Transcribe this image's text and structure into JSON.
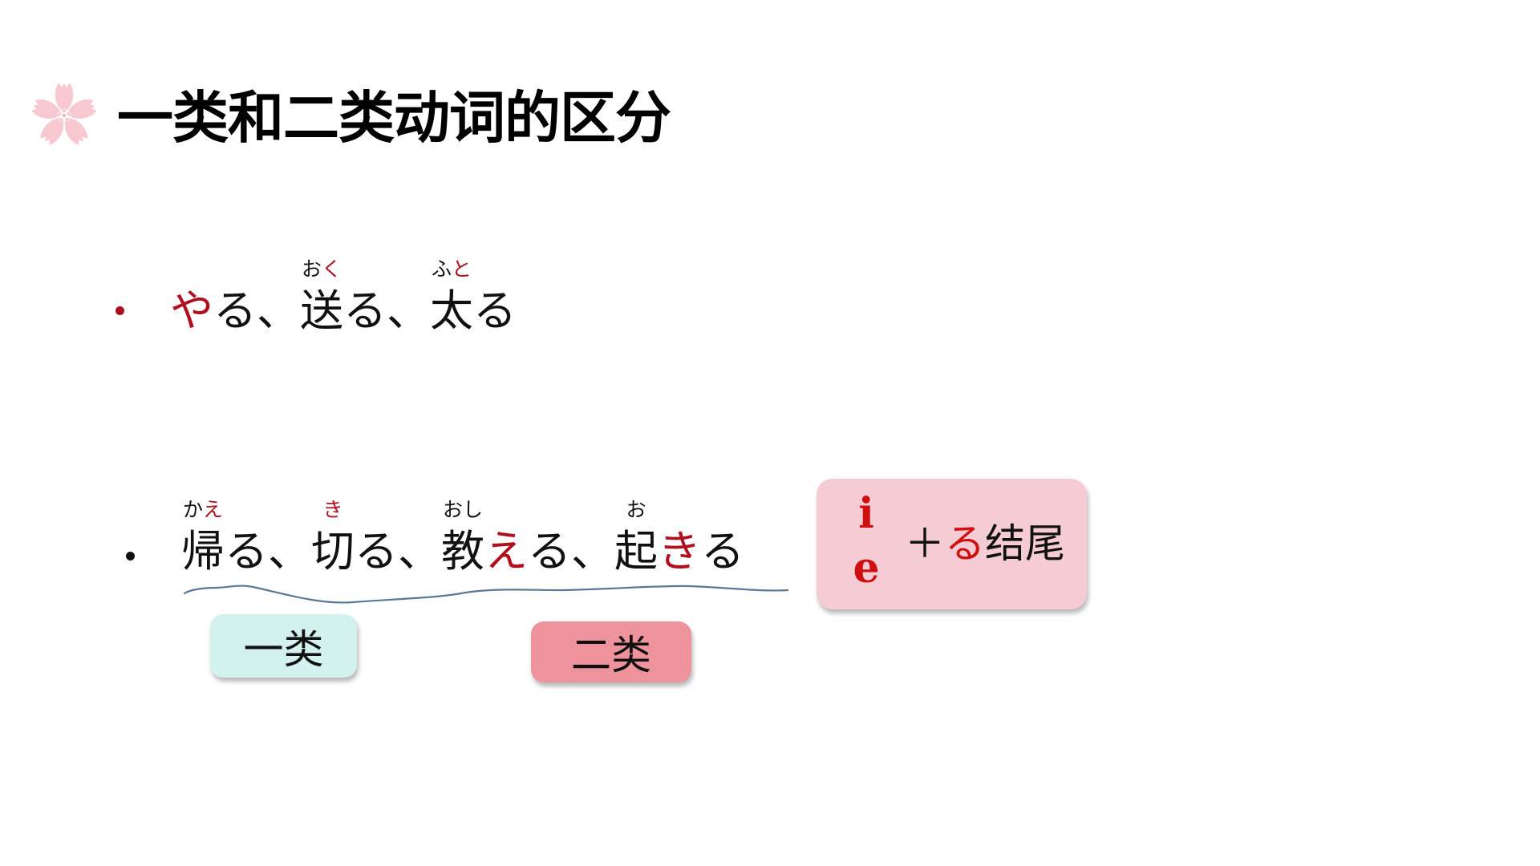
{
  "slide": {
    "title": "一类和二类动词的区分",
    "title_icon": "sakura-flower-icon"
  },
  "bullets": [
    {
      "bullet_color": "#b0101e",
      "items": [
        {
          "parts": [
            {
              "text": "や",
              "red": true
            },
            {
              "text": "る、"
            }
          ]
        },
        {
          "parts": [
            {
              "text": "送",
              "ruby": [
                {
                  "text": "お"
                },
                {
                  "text": "く",
                  "red": true
                }
              ]
            },
            {
              "text": "る、"
            }
          ]
        },
        {
          "parts": [
            {
              "text": "太",
              "ruby": [
                {
                  "text": "ふ"
                },
                {
                  "text": "と",
                  "red": true
                }
              ]
            },
            {
              "text": "る"
            }
          ]
        }
      ],
      "plain_text": "やる、送る、太る"
    },
    {
      "bullet_color": "#111111",
      "items": [
        {
          "parts": [
            {
              "text": "帰",
              "ruby": [
                {
                  "text": "か"
                },
                {
                  "text": "え",
                  "red": true
                }
              ]
            },
            {
              "text": "る、"
            }
          ]
        },
        {
          "parts": [
            {
              "text": "切",
              "ruby": [
                {
                  "text": "き",
                  "red": true
                }
              ]
            },
            {
              "text": "る、"
            }
          ]
        },
        {
          "parts": [
            {
              "text": "教",
              "ruby": [
                {
                  "text": "おし"
                }
              ]
            },
            {
              "text": "え",
              "red": true
            },
            {
              "text": "る、"
            }
          ]
        },
        {
          "parts": [
            {
              "text": "起",
              "ruby": [
                {
                  "text": "お"
                }
              ]
            },
            {
              "text": "き",
              "red": true
            },
            {
              "text": "る"
            }
          ]
        }
      ],
      "plain_text": "帰る、切る、教える、起きる"
    }
  ],
  "labels": {
    "type1": {
      "text": "一类",
      "color": "#d3f2ee"
    },
    "type2": {
      "text": "二类",
      "color": "#ee929b"
    }
  },
  "rule_box": {
    "vowel_i": "i",
    "vowel_e": "e",
    "plus": "＋",
    "ru": "る",
    "ending": "结尾",
    "color": "#f5ccd4"
  },
  "annotation": {
    "type": "wavy-underline",
    "color": "#5a7896"
  }
}
